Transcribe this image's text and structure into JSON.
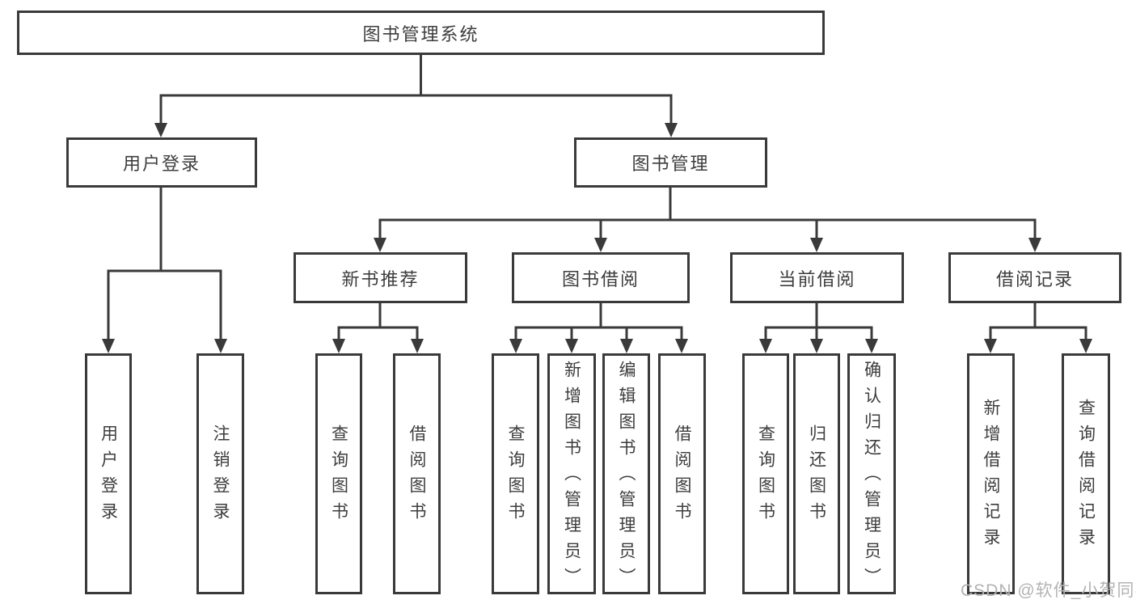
{
  "tree": {
    "label": "图书管理系统",
    "children": [
      {
        "label": "用户登录",
        "children": [
          {
            "label": "用户登录"
          },
          {
            "label": "注销登录"
          }
        ]
      },
      {
        "label": "图书管理",
        "children": [
          {
            "label": "新书推荐",
            "children": [
              {
                "label": "查询图书"
              },
              {
                "label": "借阅图书"
              }
            ]
          },
          {
            "label": "图书借阅",
            "children": [
              {
                "label": "查询图书"
              },
              {
                "label": "新增图书（管理员）"
              },
              {
                "label": "编辑图书（管理员）"
              },
              {
                "label": "借阅图书"
              }
            ]
          },
          {
            "label": "当前借阅",
            "children": [
              {
                "label": "查询图书"
              },
              {
                "label": "归还图书"
              },
              {
                "label": "确认归还（管理员）"
              }
            ]
          },
          {
            "label": "借阅记录",
            "children": [
              {
                "label": "新增借阅记录"
              },
              {
                "label": "查询借阅记录"
              }
            ]
          }
        ]
      }
    ]
  },
  "watermark": {
    "text": "CSDN @软件_小贺同学"
  },
  "colors": {
    "line": "#3a3a3a",
    "text": "#3d3d3d",
    "watermark": "#b3b3b3",
    "bg": "#ffffff"
  }
}
